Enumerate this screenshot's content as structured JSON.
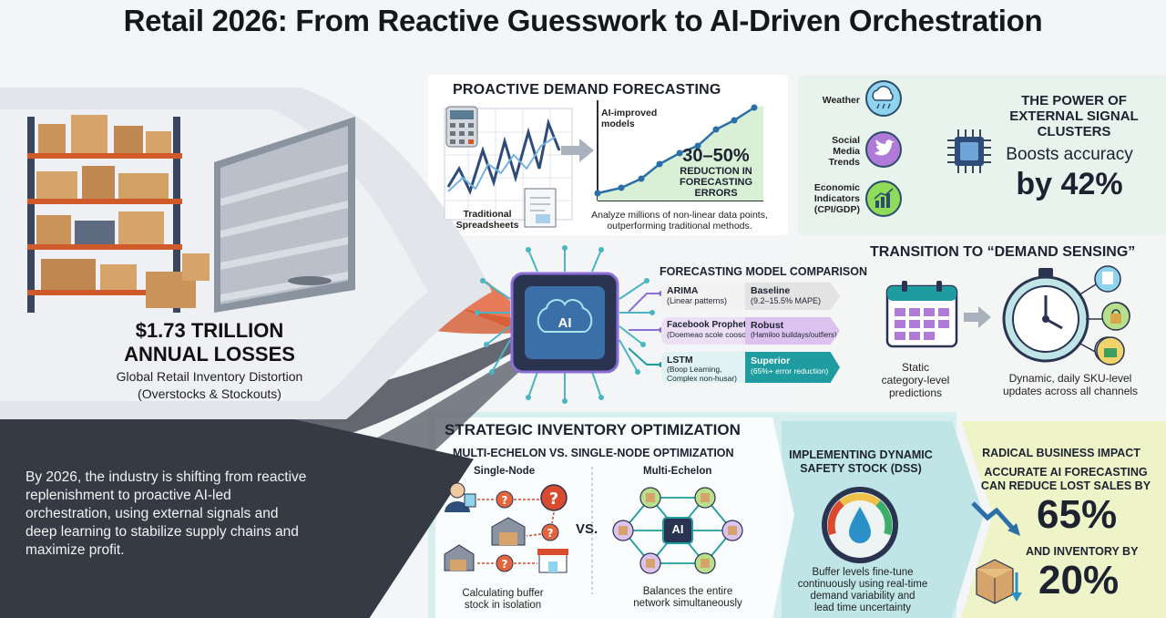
{
  "title": "Retail 2026: From Reactive Guesswork to AI-Driven Orchestration",
  "losses": {
    "amount": "$1.73 TRILLION",
    "label": "ANNUAL LOSSES",
    "sub1": "Global Retail Inventory Distortion",
    "sub2": "(Overstocks & Stockouts)"
  },
  "intro_paragraph": "By 2026, the industry is shifting from reactive replenishment to proactive AI-led orchestration, using external signals and deep learning to stabilize supply chains and maximize profit.",
  "forecasting": {
    "heading": "PROACTIVE DEMAND FORECASTING",
    "ai_models_label1": "AI-improved",
    "ai_models_label2": "models",
    "reduction_pct": "30–50%",
    "reduction_line1": "REDUCTION IN",
    "reduction_line2": "FORECASTING",
    "reduction_line3": "ERRORS",
    "traditional_line1": "Traditional",
    "traditional_line2": "Spreadsheets",
    "caption1": "Analyze millions of non-linear data points,",
    "caption2": "outperforming traditional methods."
  },
  "signals": {
    "items": [
      {
        "label1": "Weather",
        "label2": "",
        "label3": "",
        "icon": "cloud-rain-icon",
        "color": "#8fd3ee"
      },
      {
        "label1": "Social",
        "label2": "Media",
        "label3": "Trends",
        "icon": "twitter-bird-icon",
        "color": "#b07ad9"
      },
      {
        "label1": "Economic",
        "label2": "Indicators",
        "label3": "(CPI/GDP)",
        "icon": "bar-chart-icon",
        "color": "#8fdc5a"
      }
    ],
    "heading1": "THE POWER OF",
    "heading2": "EXTERNAL SIGNAL",
    "heading3": "CLUSTERS",
    "boost_label": "Boosts accuracy",
    "boost_value": "by 42%"
  },
  "ai_chip_label": "AI",
  "model_comparison": {
    "heading": "FORECASTING MODEL COMPARISON",
    "rows": [
      {
        "name": "ARIMA",
        "desc": "(Linear patterns)",
        "rating": "Baseline",
        "detail": "(9.2–15.5% MAPE)",
        "color": "#ececec",
        "text": "#1d2230"
      },
      {
        "name": "Facebook Prophet",
        "desc": "(Doemeao scole coosonolity)",
        "rating": "Robust",
        "detail": "(Hamiloo buildays/outfiers)",
        "color": "#dcc2ee",
        "text": "#1d2230"
      },
      {
        "name": "LSTM",
        "desc": "(Boop Learning, Complex non-husar)",
        "rating": "Superior",
        "detail": "(65%+ error reduction)",
        "color": "#1f9ca0",
        "text": "#ffffff"
      }
    ]
  },
  "demand_sensing": {
    "heading": "TRANSITION TO “DEMAND SENSING”",
    "static_line1": "Static",
    "static_line2": "category-level",
    "static_line3": "predictions",
    "dynamic_line1": "Dynamic, daily SKU-level",
    "dynamic_line2": "updates across all channels"
  },
  "inventory": {
    "heading": "STRATEGIC INVENTORY OPTIMIZATION",
    "subheading": "MULTI-ECHELON VS. SINGLE-NODE OPTIMIZATION",
    "single_label": "Single-Node",
    "multi_label": "Multi-Echelon",
    "vs": "VS.",
    "ai_label": "AI",
    "single_caption1": "Calculating buffer",
    "single_caption2": "stock in isolation",
    "multi_caption1": "Balances the entire",
    "multi_caption2": "network simultaneously"
  },
  "dss": {
    "heading1": "IMPLEMENTING DYNAMIC",
    "heading2": "SAFETY STOCK (DSS)",
    "caption1": "Buffer levels fine-tune",
    "caption2": "continuously using real-time",
    "caption3": "demand variability and",
    "caption4": "lead time uncertainty"
  },
  "impact": {
    "heading": "RADICAL BUSINESS IMPACT",
    "line1": "ACCURATE AI FORECASTING",
    "line2": "CAN REDUCE LOST SALES BY",
    "value1": "65%",
    "line3": "AND INVENTORY BY",
    "value2": "20%"
  }
}
